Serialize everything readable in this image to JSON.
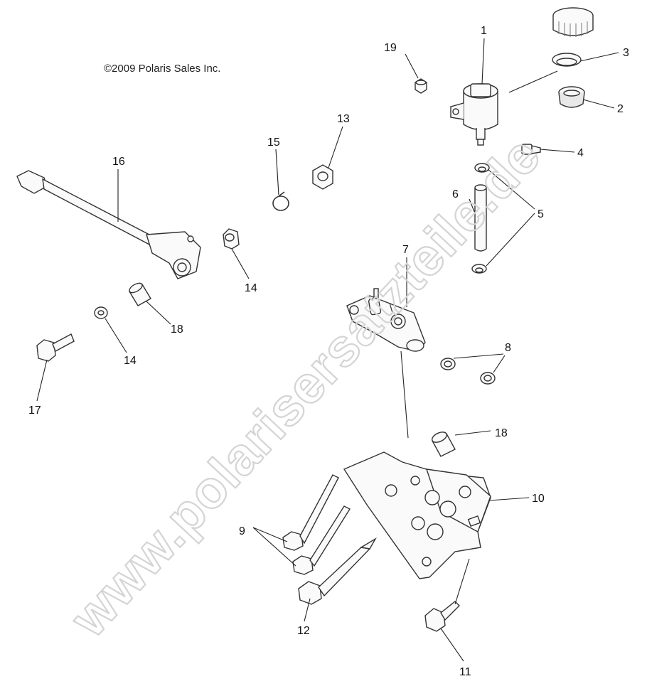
{
  "copyright": "©2009 Polaris Sales Inc.",
  "watermark": "www.polarisersatzteile.de",
  "callouts": {
    "c1": "1",
    "c2": "2",
    "c3": "3",
    "c4": "4",
    "c5": "5",
    "c6": "6",
    "c7": "7",
    "c8": "8",
    "c9": "9",
    "c10": "10",
    "c11": "11",
    "c12": "12",
    "c13": "13",
    "c14a": "14",
    "c14b": "14",
    "c15": "15",
    "c16": "16",
    "c17": "17",
    "c18a": "18",
    "c18b": "18",
    "c19": "19"
  },
  "colors": {
    "line": "#333333",
    "watermark": "#d4d4d4",
    "background": "#ffffff"
  }
}
